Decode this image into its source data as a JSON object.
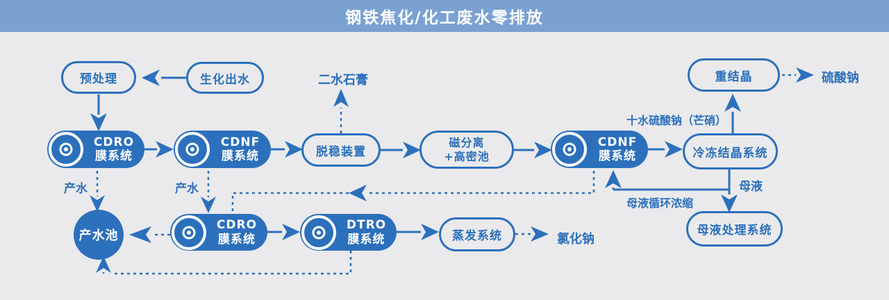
{
  "header": {
    "title": "钢铁焦化/化工废水零排放"
  },
  "colors": {
    "accent": "#2c70bc",
    "header_bg": "#7aa1d1",
    "page_bg": "#eaeaec"
  },
  "nodes": {
    "pretreatment": {
      "label": "预处理"
    },
    "biochemical_effluent": {
      "label": "生化出水"
    },
    "cdro_mid": {
      "line1": "CDRO",
      "line2": "膜系统"
    },
    "cdnf_mid": {
      "line1": "CDNF",
      "line2": "膜系统"
    },
    "destabilizer": {
      "label": "脱稳装置"
    },
    "magnetic_separation": {
      "line1": "磁分离",
      "line2": "+高密池"
    },
    "cdnf_right": {
      "line1": "CDNF",
      "line2": "膜系统"
    },
    "freeze_crystallization": {
      "label": "冷冻结晶系统"
    },
    "recrystallization": {
      "label": "重结晶"
    },
    "product_water_pool": {
      "label": "产水池"
    },
    "cdro_bottom": {
      "line1": "CDRO",
      "line2": "膜系统"
    },
    "dtro": {
      "line1": "DTRO",
      "line2": "膜系统"
    },
    "evaporation": {
      "label": "蒸发系统"
    },
    "mother_liquor_treatment": {
      "label": "母液处理系统"
    }
  },
  "labels": {
    "dihydrate_gypsum": "二水石膏",
    "product_water_left": "产水",
    "product_water_mid": "产水",
    "sodium_sulfate_decahydrate": "十水硫酸钠（芒硝）",
    "sodium_sulfate": "硫酸钠",
    "mother_liquor": "母液",
    "mother_liquor_recycle": "母液循环浓缩",
    "sodium_chloride": "氯化钠"
  }
}
